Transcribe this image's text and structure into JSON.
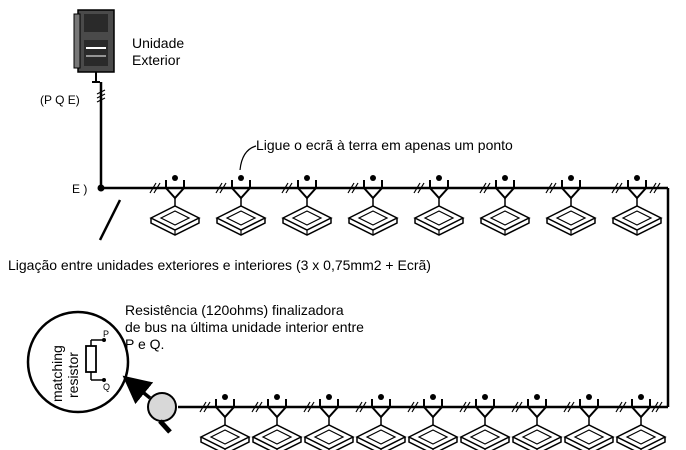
{
  "outdoor_unit": {
    "label_line1": "Unidade",
    "label_line2": "Exterior",
    "terminals": "(P Q E)"
  },
  "earth_label": "E )",
  "ground_note": "Ligue o ecrã à terra em apenas um ponto",
  "connection_note": "Ligação entre unidades exteriores e interiores (3 x 0,75mm2 + Ecrã)",
  "resistor_note": {
    "line1": "Resistência (120ohms) finalizadora",
    "line2": "de bus na última unidade interior entre",
    "line3": "P e Q."
  },
  "matching_resistor": {
    "word1": "matching",
    "word2": "resistor",
    "pin_p": "P",
    "pin_q": "Q"
  },
  "indoor_units": {
    "row1_count": 8,
    "row2_count": 9
  }
}
